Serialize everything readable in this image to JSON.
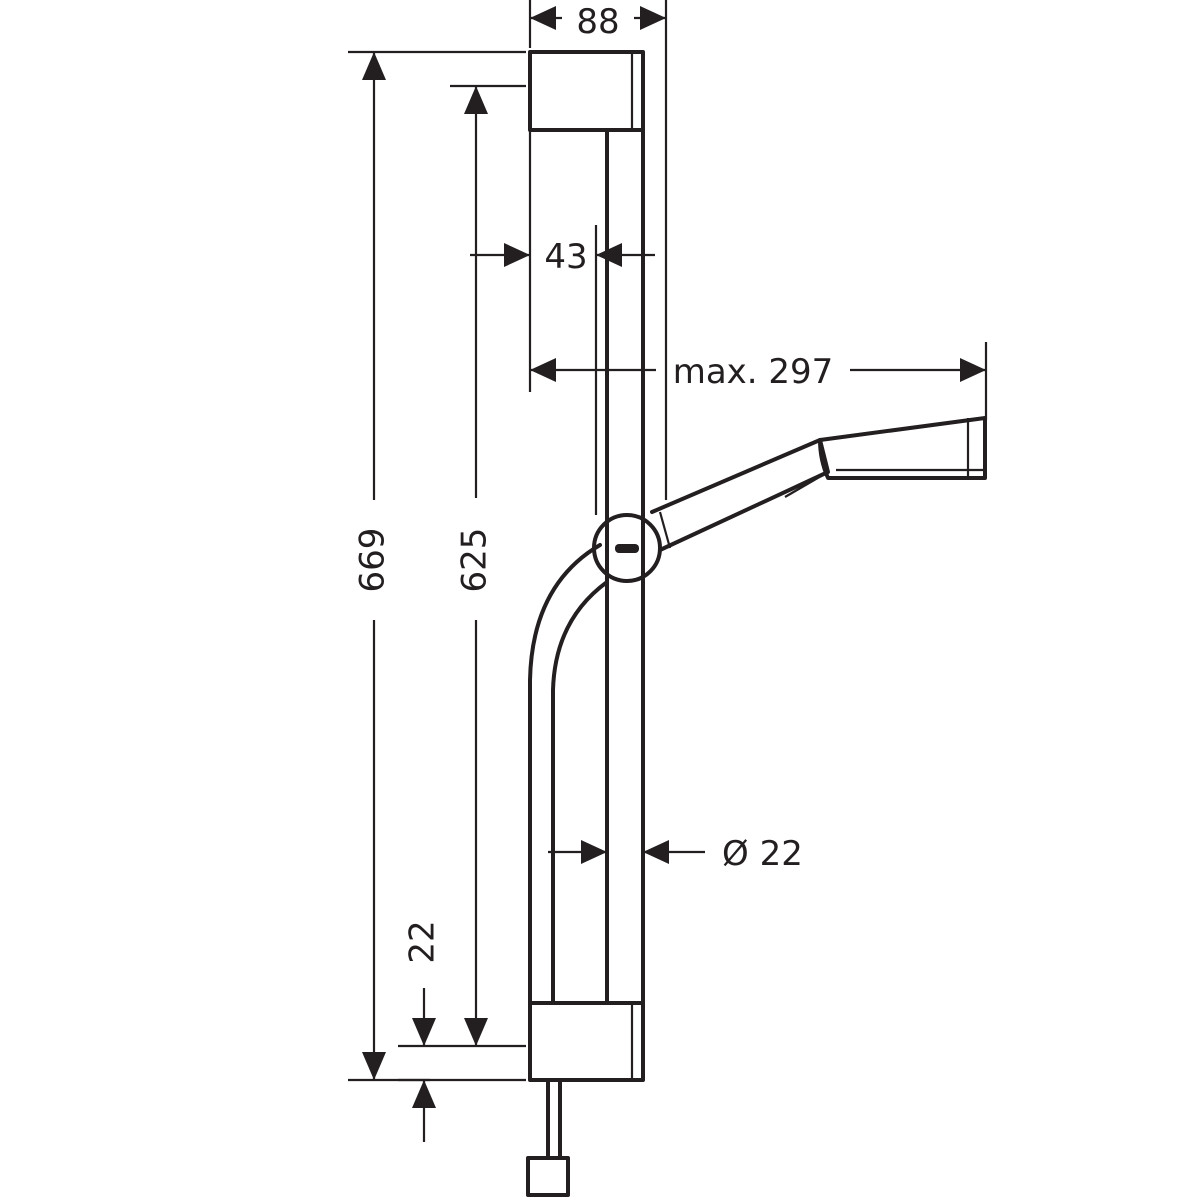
{
  "drawing": {
    "stroke_color": "#231f20",
    "background": "#ffffff",
    "dimensions": {
      "top_width": "88",
      "rail_offset": "43",
      "max_reach": "max. 297",
      "total_height": "669",
      "fixing_distance": "625",
      "rail_diameter": "Ø 22",
      "bottom_offset": "22"
    }
  }
}
